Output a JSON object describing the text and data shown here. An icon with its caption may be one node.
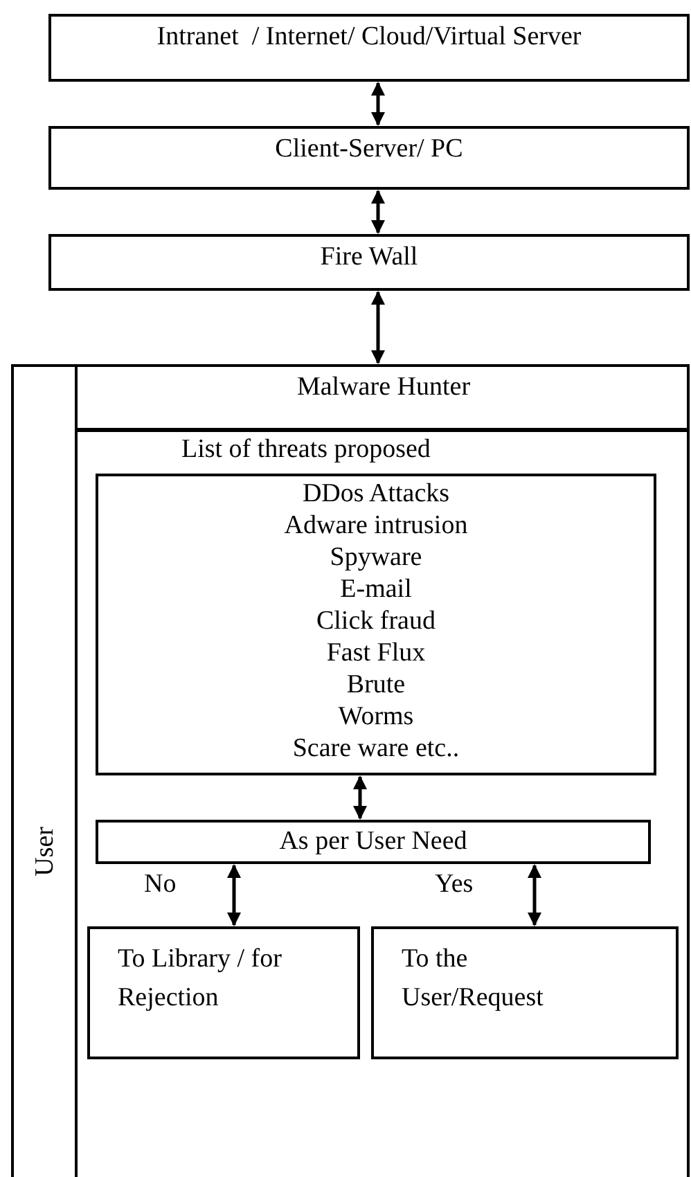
{
  "diagram": {
    "nodes": [
      {
        "text": [
          "Intranet  / Internet/ Cloud/Virtual Server"
        ]
      },
      {
        "text": [
          "Client-Server/ PC"
        ]
      },
      {
        "text": [
          "Fire Wall"
        ]
      },
      {
        "text": [
          "User"
        ]
      },
      {
        "text": [
          "Malware Hunter"
        ],
        "in": 3
      },
      {
        "text": [
          "List of threats proposed"
        ],
        "in": 3
      },
      {
        "text": [
          "DDos Attacks",
          "Adware intrusion",
          "Spyware",
          "E-mail",
          "Click fraud",
          "Fast Flux",
          "Brute",
          "Worms",
          "Scare ware etc.."
        ],
        "in": 5
      },
      {
        "text": [
          "As per User Need"
        ],
        "in": 5
      },
      {
        "text": [
          "To Library / for Rejection"
        ],
        "in": 5
      },
      {
        "text": [
          "To the User/Request"
        ],
        "in": 5
      }
    ],
    "edges": [
      {
        "from": 0,
        "to": 1,
        "arrow": "both"
      },
      {
        "from": 1,
        "to": 2,
        "arrow": "both"
      },
      {
        "from": 2,
        "to": 4,
        "arrow": "both"
      },
      {
        "from": 6,
        "to": 7,
        "arrow": "both"
      },
      {
        "from": 7,
        "to": 8,
        "arrow": "both",
        "label": "No"
      },
      {
        "from": 7,
        "to": 9,
        "arrow": "both",
        "label": "Yes"
      }
    ]
  }
}
